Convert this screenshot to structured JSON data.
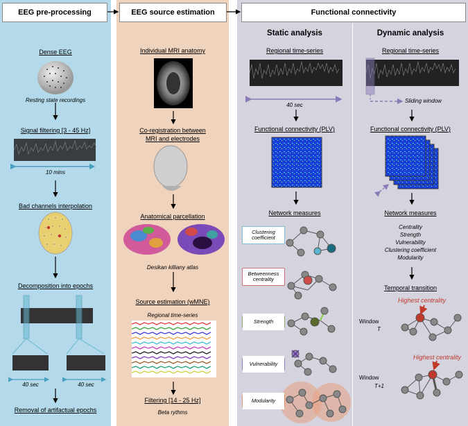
{
  "headers": {
    "preprocessing": "EEG pre-processing",
    "source": "EEG source estimation",
    "connectivity": "Functional connectivity"
  },
  "subheaders": {
    "static": "Static analysis",
    "dynamic": "Dynamic analysis"
  },
  "col1": {
    "dense_eeg": "Dense EEG",
    "resting": "Resting state recordings",
    "filtering": "Signal filtering [3 -  45 Hz]",
    "duration": "10 mins",
    "bad_channels": "Bad channels interpolation",
    "epochs": "Decomposition into epochs",
    "epoch_len_left": "40 sec",
    "epoch_len_right": "40 sec",
    "removal": "Removal of artifactual epochs"
  },
  "col2": {
    "mri": "Individual MRI anatomy",
    "coreg_line1": "Co-registration between",
    "coreg_line2": "MRI and electrodes",
    "parcellation": "Anatomical parcellation",
    "atlas": "Desikan killiany atlas",
    "source": "Source estimation (wMNE)",
    "regional": "Regional time-series",
    "filtering": "Filtering [14 - 25 Hz]",
    "beta": "Beta rythms"
  },
  "static": {
    "regional": "Regional time-series",
    "duration": "40 sec",
    "fc": "Functional connectivity (PLV)",
    "network": "Network measures",
    "measures": [
      "Clustering coefficient",
      "Betweenness centrality",
      "Strength",
      "Vulnerability",
      "Modularity"
    ]
  },
  "dynamic": {
    "regional": "Regional time-series",
    "sliding": "Sliding window",
    "fc": "Functional connectivity (PLV)",
    "network": "Network measures",
    "measure_list": [
      "Centrality",
      "Strength",
      "Vulnerability",
      "Clustering coefficient",
      "Modularity"
    ],
    "temporal": "Temporal transition",
    "highest1": "Highest centrality",
    "highest2": "Highest centrality",
    "window1_a": "Window",
    "window1_b": "T",
    "window2_a": "Window",
    "window2_b": "T+1"
  },
  "colors": {
    "col1_bg": "#b3d9ea",
    "col2_bg": "#f0d3bd",
    "col3_bg": "#d5d3dd",
    "clustering": "#5ab4d0",
    "betweenness": "#d04a4a",
    "strength": "#6a9a3c",
    "vulnerability": "#7a5aa8",
    "modularity": "#e08040",
    "highlight_red": "#c0392b"
  }
}
